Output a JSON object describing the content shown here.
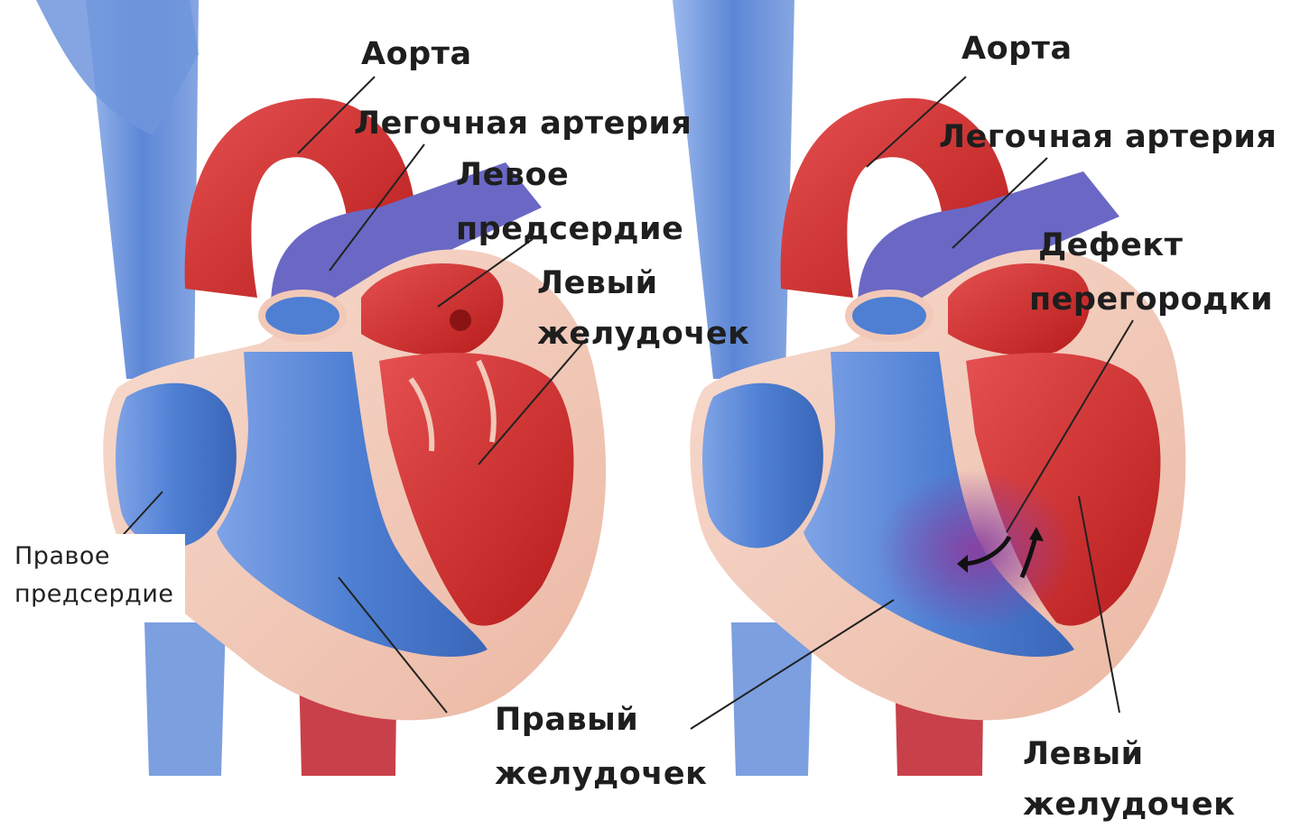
{
  "left_heart": {
    "aorta": "Аорта",
    "pulmonary_artery": "Легочная артерия",
    "left_atrium": [
      "Левое",
      "предсердие"
    ],
    "left_ventricle": [
      "Левый",
      "желудочек"
    ],
    "right_atrium": [
      "Правое",
      "предсердие"
    ],
    "right_ventricle": [
      "Правый",
      "желудочек"
    ]
  },
  "right_heart": {
    "aorta": "Аорта",
    "pulmonary_artery": "Легочная артерия",
    "septal_defect": [
      "Дефект",
      "перегородки"
    ],
    "left_ventricle": [
      "Левый",
      "желудочек"
    ]
  },
  "colors": {
    "arterial_red": "#d42a2a",
    "venous_blue": "#4f7fd1",
    "pericardium_pink": "#f2c9b8",
    "mixed_purple": "#8a4fa8"
  }
}
